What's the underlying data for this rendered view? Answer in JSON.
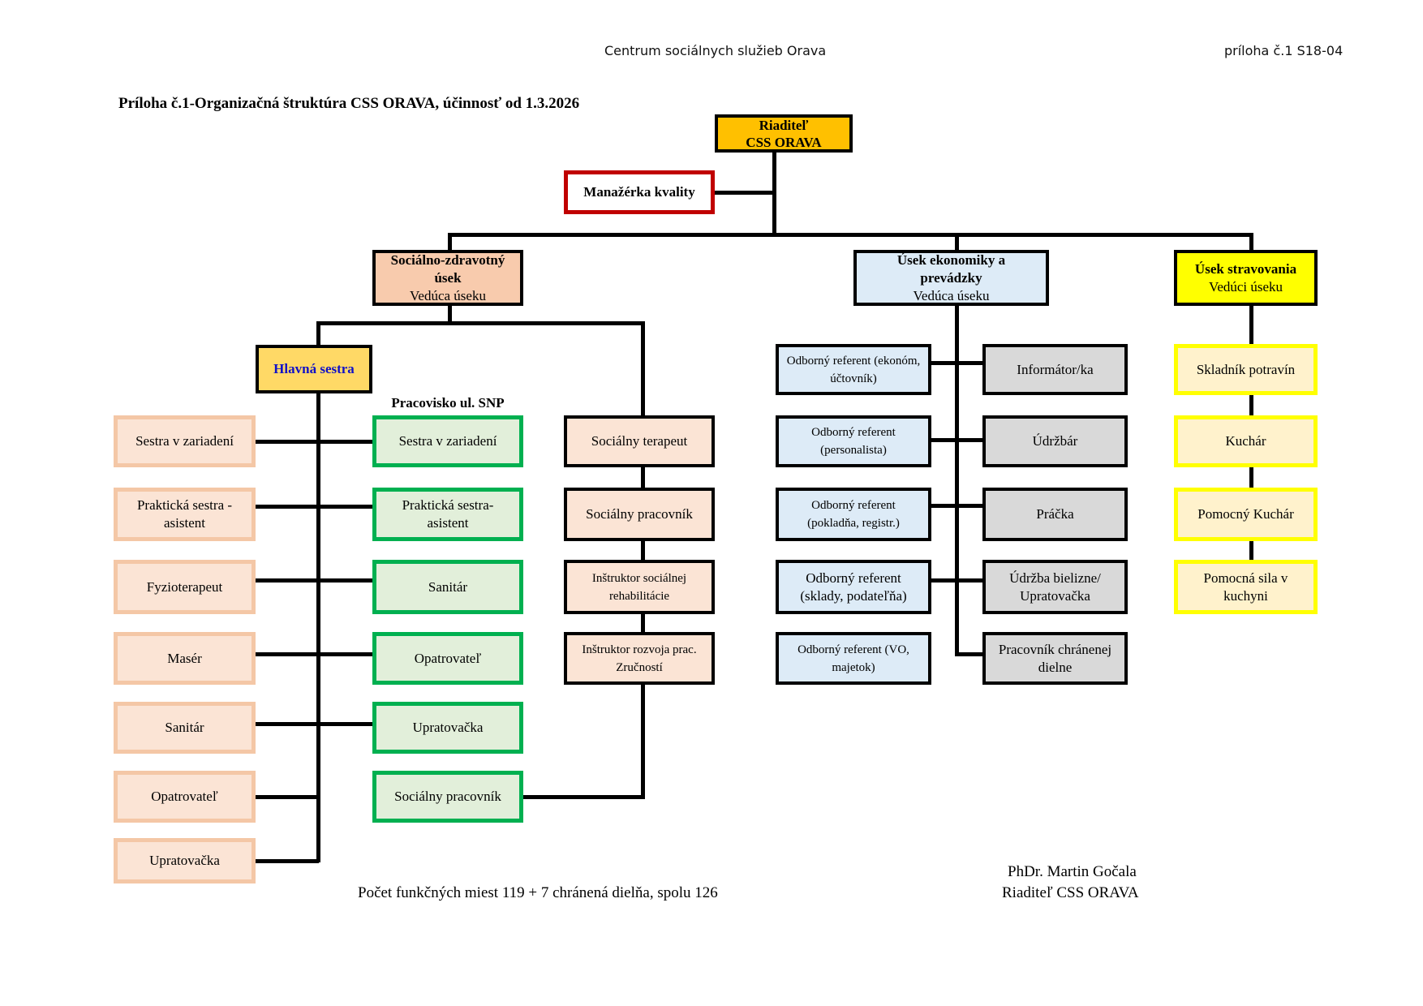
{
  "header": {
    "center": "Centrum sociálnych služieb Orava",
    "right": "príloha č.1 S18-04"
  },
  "title": "Príloha č.1-Organizačná štruktúra CSS ORAVA, účinnosť od 1.3.2026",
  "director": {
    "line1": "Riaditeľ",
    "line2": "CSS ORAVA"
  },
  "quality_manager": "Manažérka kvality",
  "departments": {
    "social_health": {
      "name_line1": "Sociálno-zdravotný",
      "name_line2": "úsek",
      "head": "Vedúca úseku"
    },
    "economy": {
      "name_line1": "Úsek ekonomiky a",
      "name_line2": "prevádzky",
      "head": "Vedúca úseku"
    },
    "catering": {
      "name": "Úsek stravovania",
      "head": "Vedúci úseku"
    }
  },
  "head_nurse": "Hlavná sestra",
  "workplace_label": "Pracovisko ul. SNP",
  "nursing_main": [
    {
      "line1": "Sestra v zariadení",
      "line2": ""
    },
    {
      "line1": "Praktická sestra -",
      "line2": "asistent"
    },
    {
      "line1": "Fyzioterapeut",
      "line2": ""
    },
    {
      "line1": "Masér",
      "line2": ""
    },
    {
      "line1": "Sanitár",
      "line2": ""
    },
    {
      "line1": "Opatrovateľ",
      "line2": ""
    },
    {
      "line1": "Upratovačka",
      "line2": ""
    }
  ],
  "nursing_snp": [
    {
      "line1": "Sestra v zariadení",
      "line2": ""
    },
    {
      "line1": "Praktická sestra-",
      "line2": "asistent"
    },
    {
      "line1": "Sanitár",
      "line2": ""
    },
    {
      "line1": "Opatrovateľ",
      "line2": ""
    },
    {
      "line1": "Upratovačka",
      "line2": ""
    },
    {
      "line1": "Sociálny pracovník",
      "line2": ""
    }
  ],
  "social_staff": [
    {
      "line1": "Sociálny terapeut",
      "line2": ""
    },
    {
      "line1": "Sociálny pracovník",
      "line2": ""
    },
    {
      "line1": "Inštruktor sociálnej",
      "line2": "rehabilitácie"
    },
    {
      "line1": "Inštruktor rozvoja prac.",
      "line2": "Zručností"
    }
  ],
  "economy_left": [
    {
      "line1": "Odborný referent (ekonóm,",
      "line2": "účtovník)"
    },
    {
      "line1": "Odborný referent",
      "line2": "(personalista)"
    },
    {
      "line1": "Odborný referent",
      "line2": "(pokladňa, registr.)"
    },
    {
      "line1": "Odborný referent",
      "line2": "(sklady, podateľňa)"
    },
    {
      "line1": "Odborný referent (VO,",
      "line2": "majetok)"
    }
  ],
  "economy_right": [
    {
      "line1": "Informátor/ka",
      "line2": ""
    },
    {
      "line1": "Údržbár",
      "line2": ""
    },
    {
      "line1": "Práčka",
      "line2": ""
    },
    {
      "line1": "Údržba bielizne/",
      "line2": "Upratovačka"
    },
    {
      "line1": "Pracovník chránenej",
      "line2": "dielne"
    }
  ],
  "catering_staff": [
    {
      "line1": "Skladník potravín",
      "line2": ""
    },
    {
      "line1": "Kuchár",
      "line2": ""
    },
    {
      "line1": "Pomocný Kuchár",
      "line2": ""
    },
    {
      "line1": "Pomocná sila v",
      "line2": "kuchyni"
    }
  ],
  "footer": {
    "positions_count": "Počet funkčných miest 119 + 7 chránená dielňa, spolu 126",
    "signature_name": "PhDr. Martin Gočala",
    "signature_title": "Riaditeľ CSS ORAVA"
  },
  "colors": {
    "director": "#ffc000",
    "quality_border": "#c00000",
    "social_health": "#f8cbad",
    "economy": "#ddebf7",
    "catering": "#ffff00",
    "head_nurse": "#ffd966",
    "snp_border": "#00b050",
    "gray": "#d9d9d9"
  }
}
